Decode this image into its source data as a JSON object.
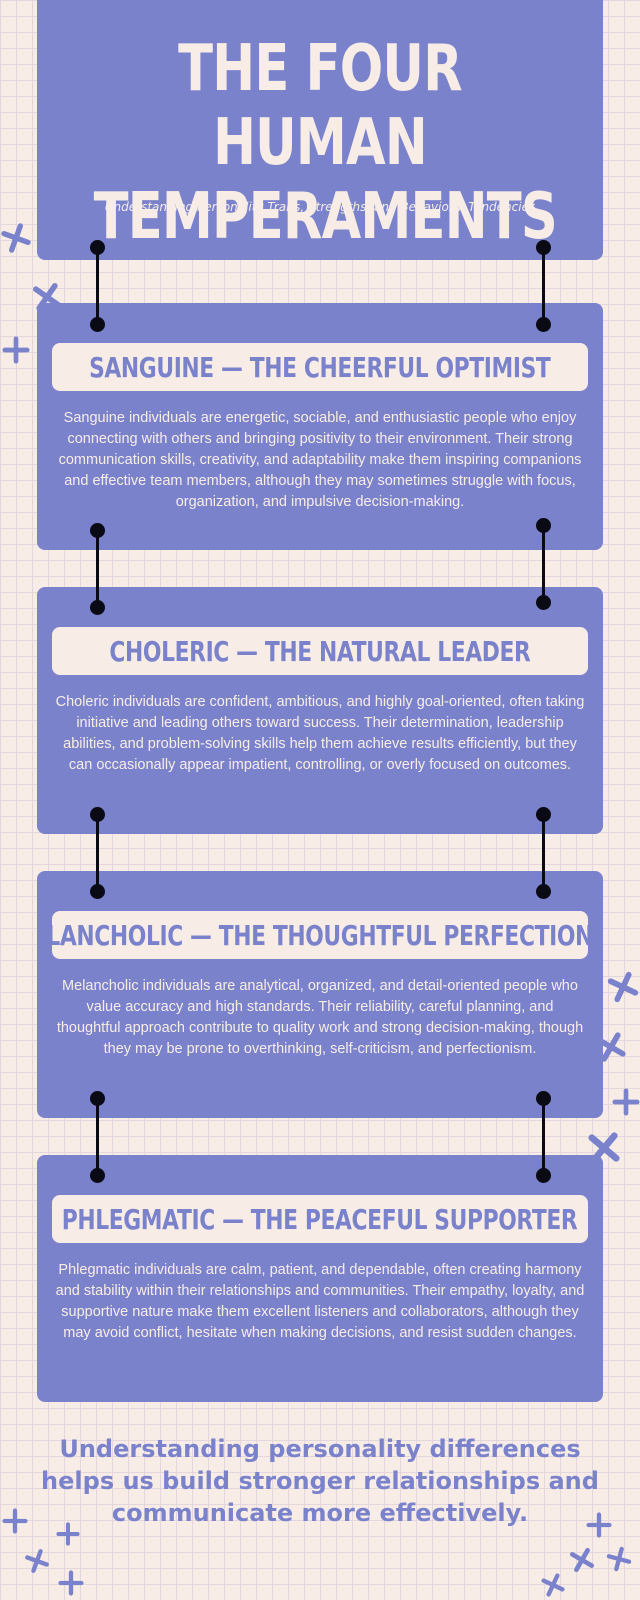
{
  "header": {
    "title": "THE FOUR HUMAN TEMPERAMENTS",
    "subtitle": "Understanding Personality Traits, Strengths, and Behavioral Tendencies"
  },
  "sections": [
    {
      "title": "SANGUINE — THE CHEERFUL OPTIMIST",
      "body": "Sanguine individuals are energetic, sociable, and enthusiastic people who enjoy connecting with others and bringing positivity to their environment. Their strong communication skills, creativity, and adaptability make them inspiring companions and effective team members, although they may sometimes struggle with focus, organization, and impulsive decision-making."
    },
    {
      "title": "CHOLERIC — THE NATURAL LEADER",
      "body": "Choleric individuals are confident, ambitious, and highly goal-oriented, often taking initiative and leading others toward success. Their determination, leadership abilities, and problem-solving skills help them achieve results efficiently, but they can occasionally appear impatient, controlling, or overly focused on outcomes."
    },
    {
      "title": "MELANCHOLIC — THE THOUGHTFUL PERFECTIONIST",
      "body": "Melancholic individuals are analytical, organized, and detail-oriented people who value accuracy and high standards. Their reliability, careful planning, and thoughtful approach contribute to quality work and strong decision-making, though they may be prone to overthinking, self-criticism, and perfectionism."
    },
    {
      "title": "PHLEGMATIC — THE PEACEFUL SUPPORTER",
      "body": "Phlegmatic individuals are calm, patient, and dependable, often creating harmony and stability within their relationships and communities. Their empathy, loyalty, and supportive nature make them excellent listeners and collaborators, although they may avoid conflict, hesitate when making decisions, and resist sudden changes."
    }
  ],
  "footer": {
    "text": "Understanding personality differences helps us build stronger relationships and communicate more effectively."
  },
  "colors": {
    "background": "#f7ede6",
    "panel": "#7b82cc",
    "connector": "#0a0a14",
    "sparkle": "#7b82cc"
  },
  "icons": [
    "sparkle-icon"
  ]
}
